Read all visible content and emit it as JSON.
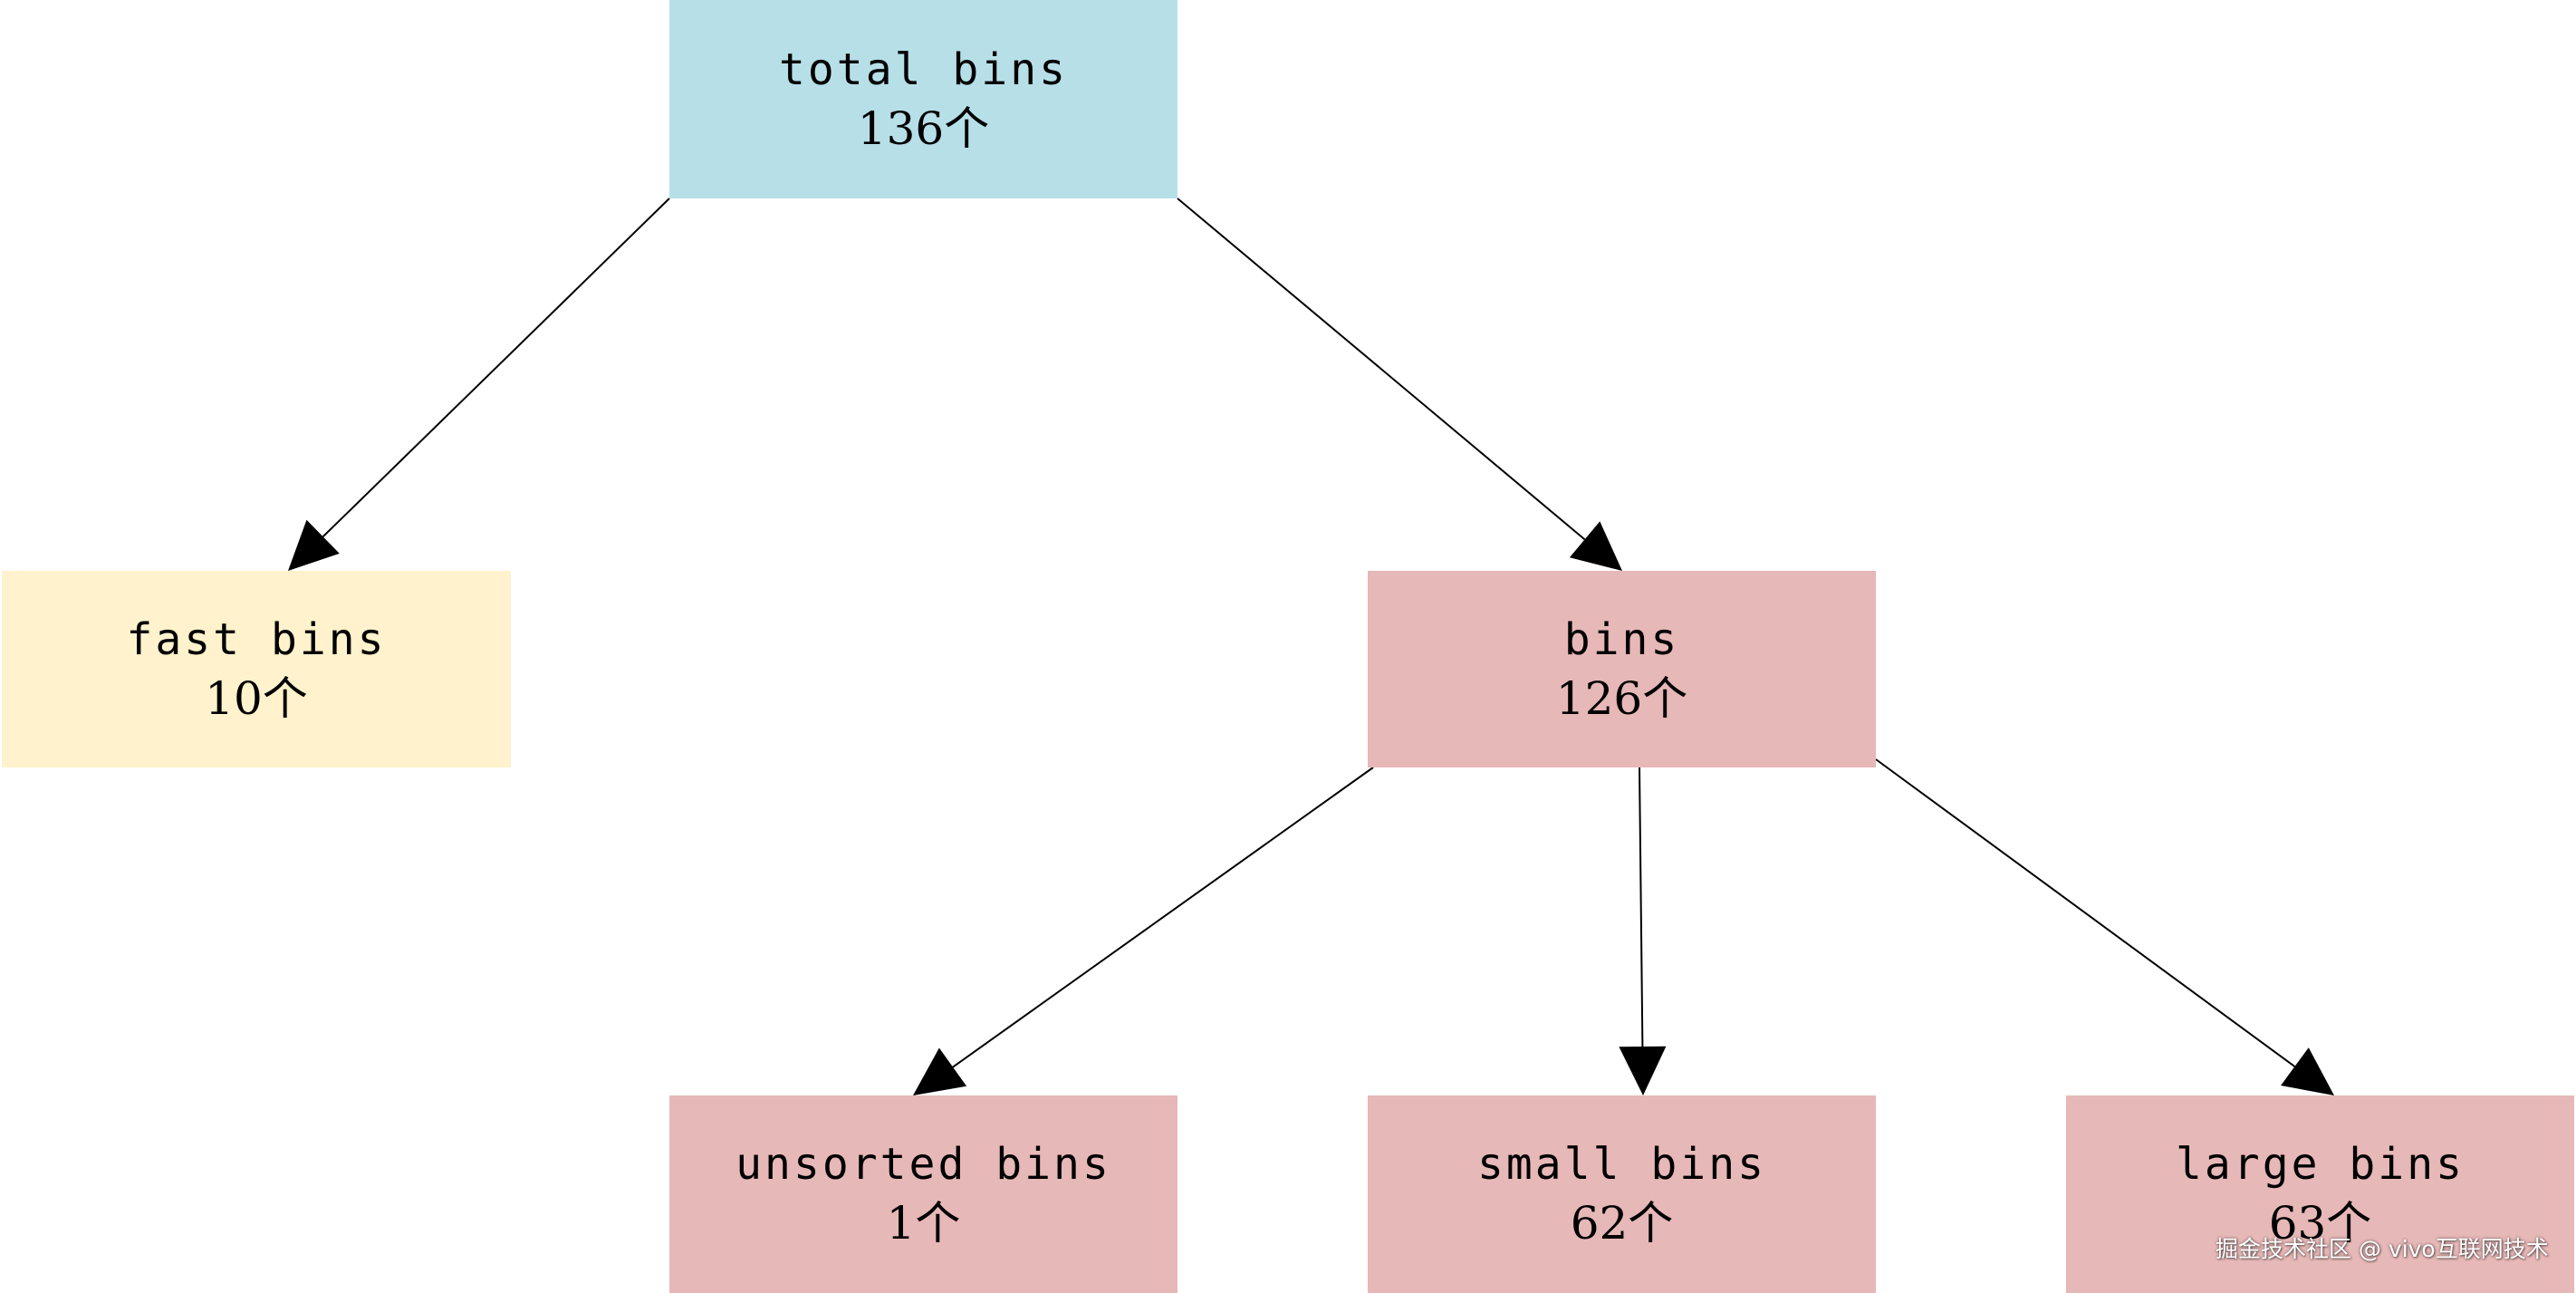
{
  "colors": {
    "root_fill": "#b7dfe8",
    "fast_fill": "#fff2cc",
    "bins_fill": "#e6b8b7",
    "edge": "#000000"
  },
  "nodes": {
    "total": {
      "label": "total bins",
      "count": "136个"
    },
    "fast": {
      "label": "fast bins",
      "count": "10个"
    },
    "bins": {
      "label": "bins",
      "count": "126个"
    },
    "unsorted": {
      "label": "unsorted bins",
      "count": "1个"
    },
    "small": {
      "label": "small bins",
      "count": "62个"
    },
    "large": {
      "label": "large bins",
      "count": "63个"
    }
  },
  "edges": [
    {
      "from": "total",
      "to": "fast"
    },
    {
      "from": "total",
      "to": "bins"
    },
    {
      "from": "bins",
      "to": "unsorted"
    },
    {
      "from": "bins",
      "to": "small"
    },
    {
      "from": "bins",
      "to": "large"
    }
  ],
  "watermark": "掘金技术社区 @ vivo互联网技术"
}
